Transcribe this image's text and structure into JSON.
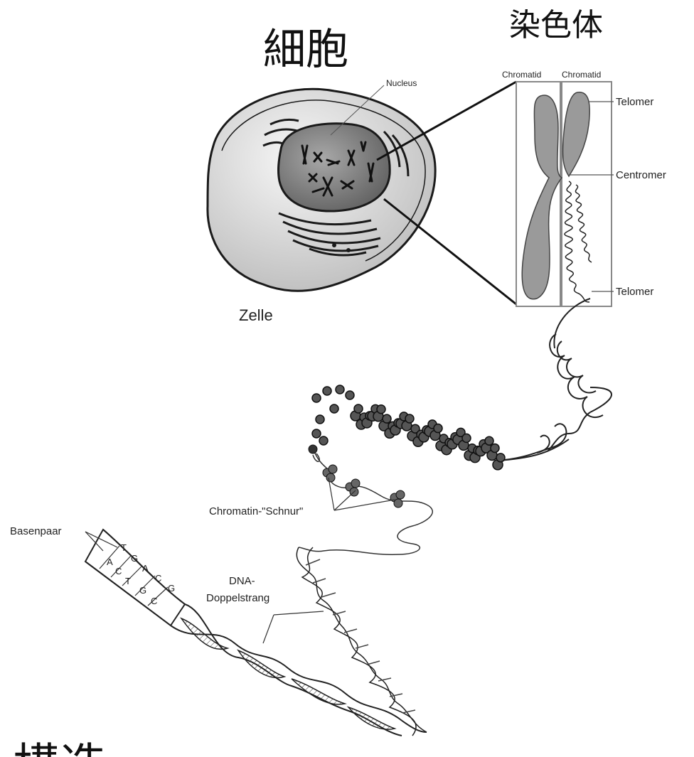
{
  "titles": {
    "cell_cn": "細胞",
    "chromosome_cn": "染色体",
    "structure_cn_partial": "構造"
  },
  "labels": {
    "nucleus": "Nucleus",
    "cell": "Zelle",
    "chromatid_left": "Chromatid",
    "chromatid_right": "Chromatid",
    "telomer_top": "Telomer",
    "centromer": "Centromer",
    "telomer_bottom": "Telomer",
    "chromatin_string": "Chromatin-\"Schnur\"",
    "base_pair": "Basenpaar",
    "dna_line1": "DNA-",
    "dna_line2": "Doppelstrang"
  },
  "base_letters": [
    "A",
    "T",
    "C",
    "G",
    "T",
    "A",
    "G",
    "C",
    "C",
    "G"
  ],
  "colors": {
    "ink": "#1a1a1a",
    "cell_fill": "#d9d9d9",
    "nucleus_fill": "#8c8c8c",
    "chromosome_fill": "#9a9a9a",
    "bead_fill": "#555555"
  }
}
